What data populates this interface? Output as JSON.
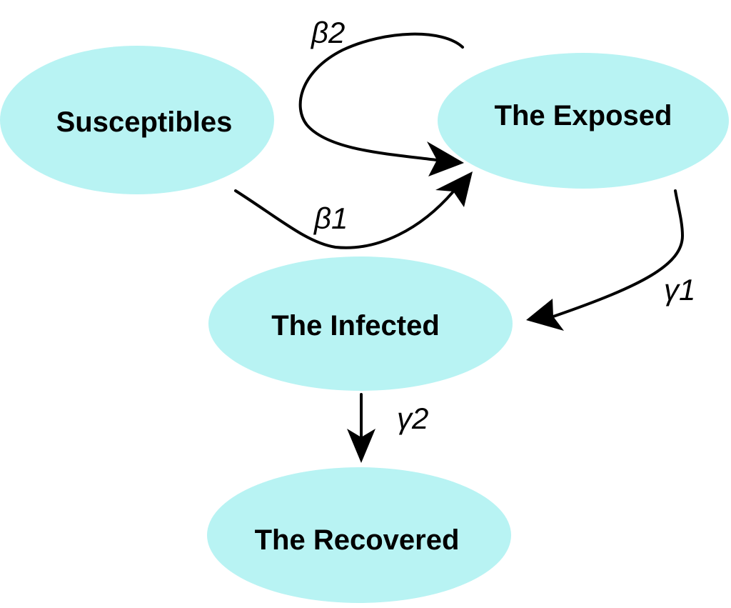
{
  "colors": {
    "node_fill": "#b8f3f3",
    "edge": "#000000",
    "text": "#000000",
    "background": "#ffffff"
  },
  "nodes": {
    "susceptibles": {
      "label": "Susceptibles"
    },
    "exposed": {
      "label": "The Exposed"
    },
    "infected": {
      "label": "The Infected"
    },
    "recovered": {
      "label": "The Recovered"
    }
  },
  "edges": {
    "beta1": {
      "label": "β1",
      "from": "Susceptibles",
      "to": "The Exposed"
    },
    "beta2": {
      "label": "β2",
      "from": "The Exposed",
      "to": "The Exposed"
    },
    "gamma1": {
      "label": "γ1",
      "from": "The Exposed",
      "to": "The Infected"
    },
    "gamma2": {
      "label": "γ2",
      "from": "The Infected",
      "to": "The Recovered"
    }
  }
}
